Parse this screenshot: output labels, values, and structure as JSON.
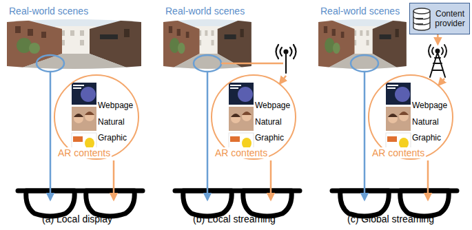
{
  "diagram": {
    "nodes": [
      {
        "text": [
          "Real-world scenes"
        ]
      },
      {
        "text": [
          "Webpage",
          "Natural",
          "Graphic",
          "...",
          "AR contents"
        ]
      },
      {
        "text": [
          "Real-world scenes"
        ]
      },
      {
        "text": [
          "Webpage",
          "Natural",
          "Graphic",
          "...",
          "AR contents"
        ]
      },
      {
        "text": [
          "Real-world scenes"
        ]
      },
      {
        "text": [
          "Content provider"
        ]
      },
      {
        "text": [
          "Webpage",
          "Natural",
          "Graphic",
          "...",
          "AR contents"
        ]
      }
    ],
    "edges": [
      {
        "from": 2,
        "to": 3,
        "arrow": "to"
      },
      {
        "from": 5,
        "to": 6,
        "arrow": "to"
      }
    ],
    "labels": [
      "(a) Local display",
      "(b) Local streaming",
      "(c) Global streaming"
    ]
  }
}
